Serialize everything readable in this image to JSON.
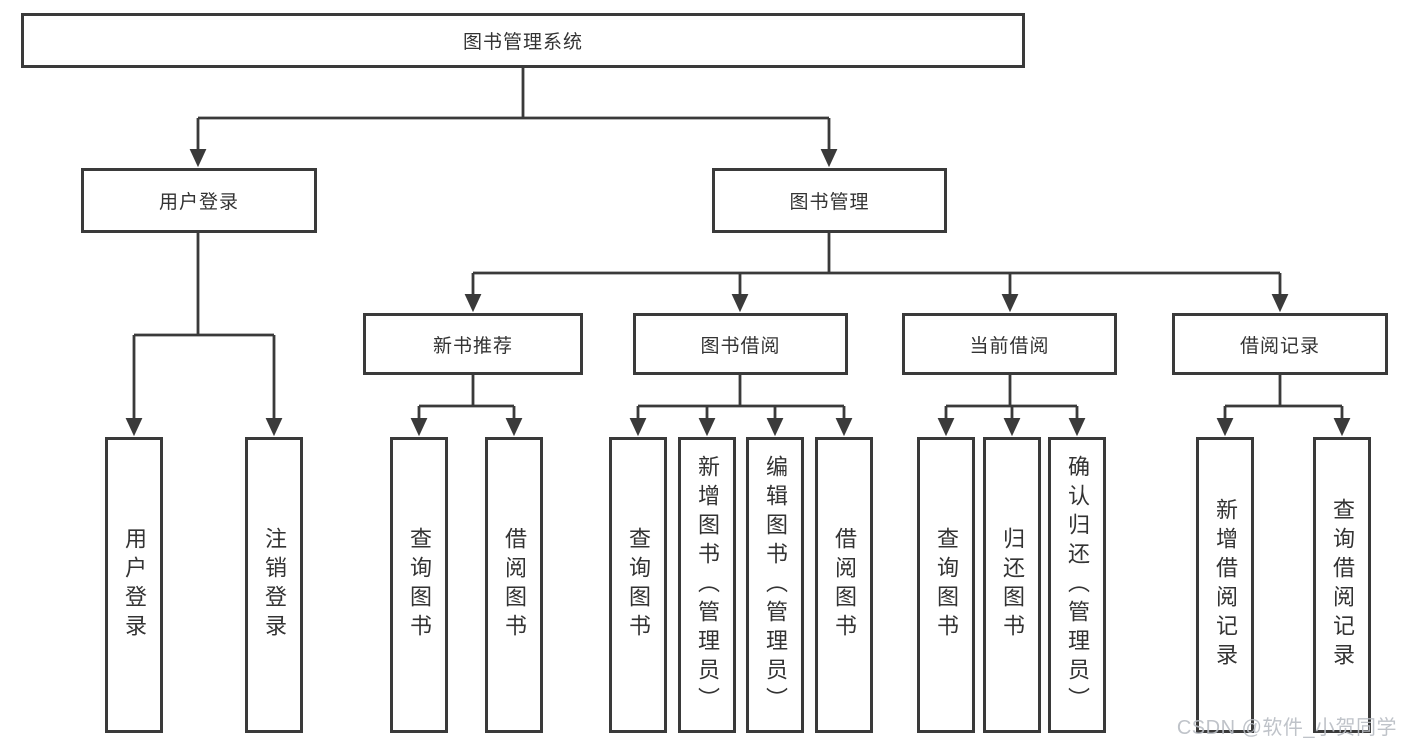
{
  "tree": {
    "root": {
      "label": "图书管理系统"
    },
    "branches": [
      {
        "label": "用户登录",
        "children": [
          {
            "label": "用户登录"
          },
          {
            "label": "注销登录"
          }
        ]
      },
      {
        "label": "图书管理",
        "categories": [
          {
            "label": "新书推荐",
            "children": [
              {
                "label": "查询图书"
              },
              {
                "label": "借阅图书"
              }
            ]
          },
          {
            "label": "图书借阅",
            "children": [
              {
                "label": "查询图书"
              },
              {
                "label": "新增图书（管理员）"
              },
              {
                "label": "编辑图书（管理员）"
              },
              {
                "label": "借阅图书"
              }
            ]
          },
          {
            "label": "当前借阅",
            "children": [
              {
                "label": "查询图书"
              },
              {
                "label": "归还图书"
              },
              {
                "label": "确认归还（管理员）"
              }
            ]
          },
          {
            "label": "借阅记录",
            "children": [
              {
                "label": "新增借阅记录"
              },
              {
                "label": "查询借阅记录"
              }
            ]
          }
        ]
      }
    ]
  },
  "watermark": {
    "text": "CSDN @软件_小贺同学"
  },
  "colors": {
    "line": "#3a3a3a",
    "text": "#333333",
    "box_fill": "#ffffff",
    "watermark": "#b9bdc4"
  }
}
